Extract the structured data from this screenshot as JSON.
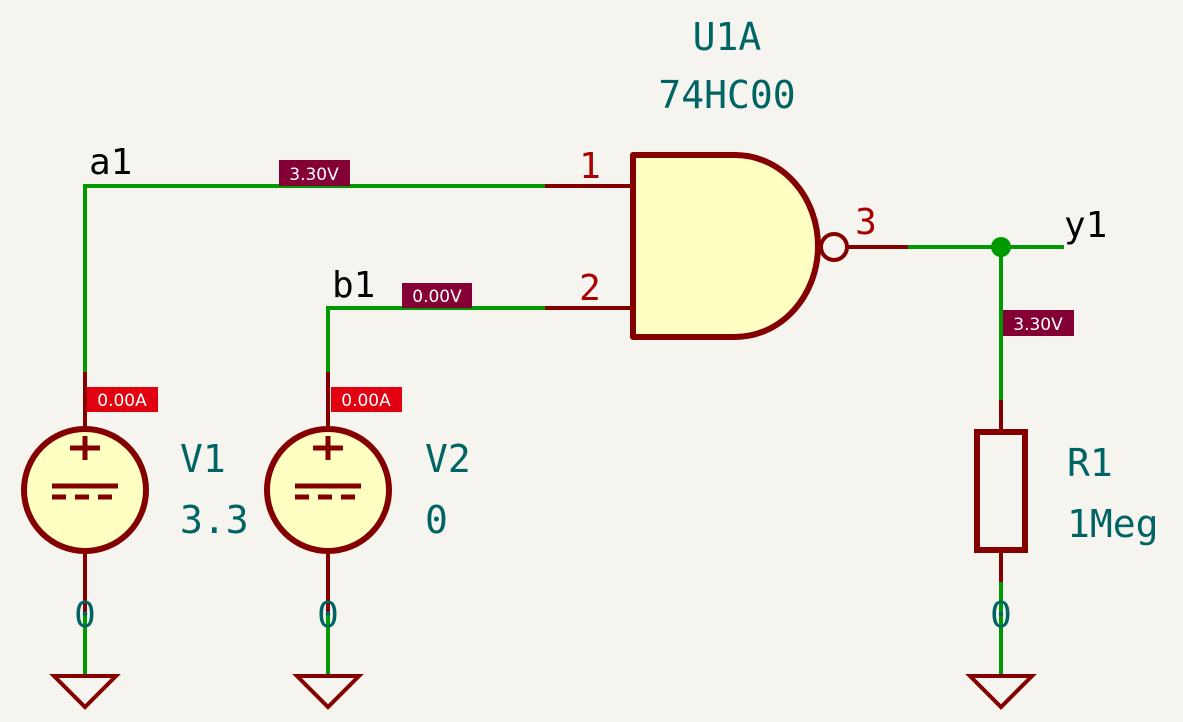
{
  "schematic": {
    "gate": {
      "reference": "U1A",
      "value": "74HC00",
      "type": "NAND",
      "pins": {
        "in1": "1",
        "in2": "2",
        "out": "3"
      }
    },
    "nets": {
      "a1": {
        "label": "a1",
        "voltage": "3.30V"
      },
      "b1": {
        "label": "b1",
        "voltage": "0.00V"
      },
      "y1": {
        "label": "y1",
        "voltage": "3.30V"
      }
    },
    "sources": [
      {
        "reference": "V1",
        "value": "3.3",
        "current": "0.00A",
        "ground_net": "0"
      },
      {
        "reference": "V2",
        "value": "0",
        "current": "0.00A",
        "ground_net": "0"
      }
    ],
    "resistor": {
      "reference": "R1",
      "value": "1Meg",
      "ground_net": "0"
    },
    "colors": {
      "wire": "#009900",
      "symbol": "#840000",
      "symbol_fill": "#ffffc2",
      "field_text": "#006464",
      "pin_number": "#a90000",
      "voltage_tag": "#840034",
      "current_tag": "#e00010",
      "background": "#f5f4ef"
    }
  }
}
